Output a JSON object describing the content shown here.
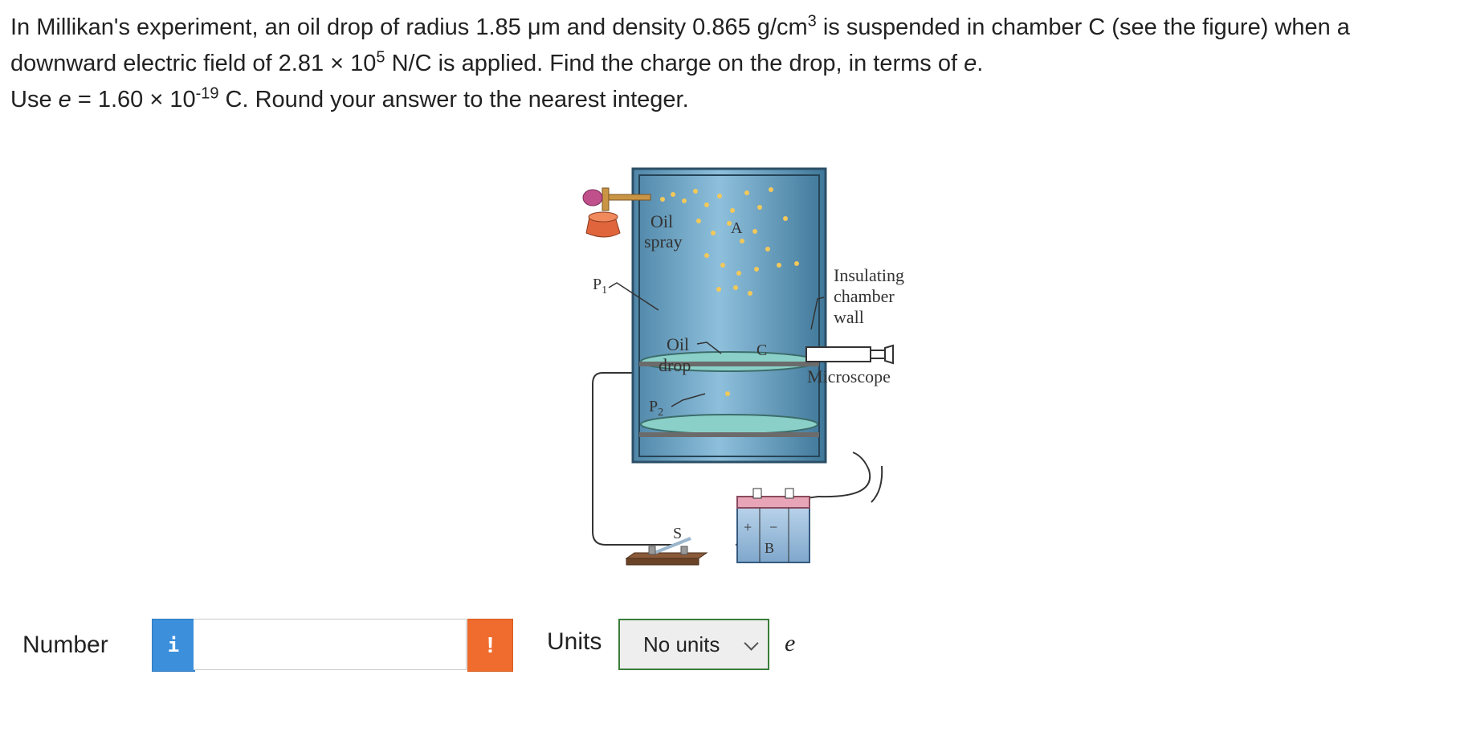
{
  "question": {
    "p1": "In Millikan's experiment, an oil drop of radius 1.85 μm and density 0.865 g/cm",
    "p1_sup": "3",
    "p2": " is suspended in chamber C (see the figure) when a downward electric field of 2.81 × 10",
    "p2_sup": "5",
    "p3": " N/C is applied. Find the charge on the drop, in terms of ",
    "p3_var": "e",
    "p3_end": ".",
    "p4": "Use ",
    "p4_var": "e",
    "p4_mid": " = 1.60 × 10",
    "p4_sup": "-19",
    "p4_end": " C. Round your answer to the nearest integer."
  },
  "figure": {
    "oil_spray_line1": "Oil",
    "oil_spray_line2": "spray",
    "label_a": "A",
    "label_p1": "P",
    "label_p1_sub": "1",
    "insulating_line1": "Insulating",
    "insulating_line2": "chamber",
    "insulating_line3": "wall",
    "oil_drop_line1": "Oil",
    "oil_drop_line2": "drop",
    "label_c": "C",
    "microscope": "Microscope",
    "label_p2": "P",
    "label_p2_sub": "2",
    "label_s": "S",
    "label_b": "B",
    "plus": "+",
    "minus": "−"
  },
  "answer": {
    "number_label": "Number",
    "info_icon": "i",
    "number_value": "",
    "warning_icon": "!",
    "units_label": "Units",
    "units_selected": "No units",
    "unit_symbol": "e"
  },
  "colors": {
    "info": "#3b8fdb",
    "warning": "#ef6c2e",
    "select_border": "#3a7d3a"
  }
}
